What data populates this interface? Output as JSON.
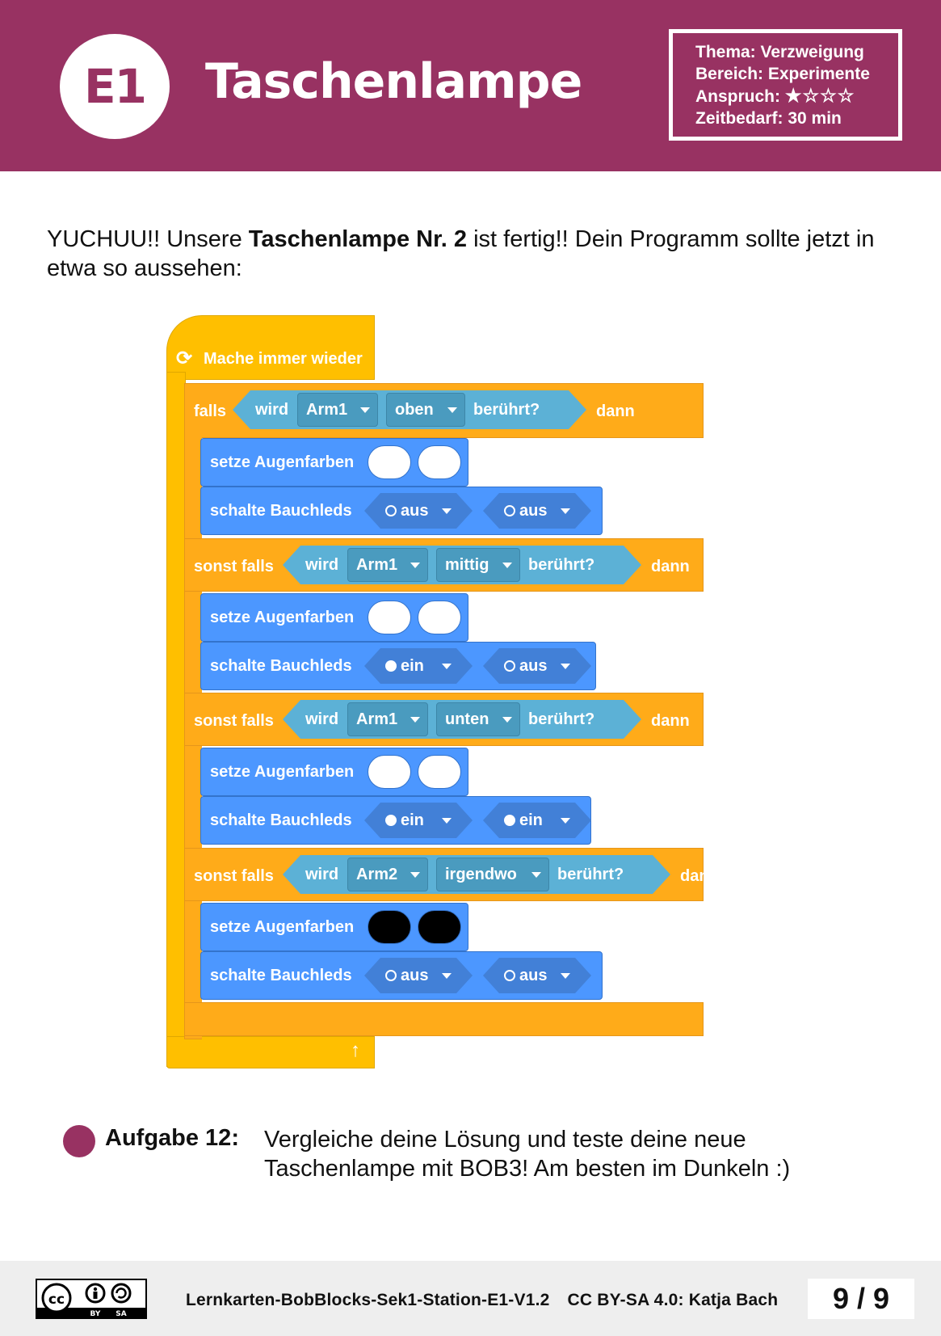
{
  "header": {
    "badge": "E1",
    "title": "Taschenlampe",
    "info": {
      "thema": "Thema: Verzweigung",
      "bereich": "Bereich: Experimente",
      "anspruch_label": "Anspruch:",
      "anspruch_stars": "★☆☆☆",
      "anspruch_level": 1,
      "anspruch_max": 4,
      "zeit": "Zeitbedarf: 30 min"
    }
  },
  "intro": {
    "pre": "YUCHUU!! Unsere ",
    "bold": "Taschenlampe Nr. 2",
    "post": " ist fertig!! Dein Programm sollte jetzt in etwa so aussehen:"
  },
  "program": {
    "forever_label": "Mache immer wieder",
    "wird": "wird",
    "beruehrt": "berührt?",
    "dann": "dann",
    "setze": "setze Augenfarben",
    "schalte": "schalte Bauchleds",
    "branches": [
      {
        "keyword": "falls",
        "arm": "Arm1",
        "pos": "oben",
        "eyes": [
          "white",
          "white"
        ],
        "leds": [
          {
            "state": "off",
            "label": "aus"
          },
          {
            "state": "off",
            "label": "aus"
          }
        ]
      },
      {
        "keyword": "sonst falls",
        "arm": "Arm1",
        "pos": "mittig",
        "eyes": [
          "white",
          "white"
        ],
        "leds": [
          {
            "state": "on",
            "label": "ein"
          },
          {
            "state": "off",
            "label": "aus"
          }
        ]
      },
      {
        "keyword": "sonst falls",
        "arm": "Arm1",
        "pos": "unten",
        "eyes": [
          "white",
          "white"
        ],
        "leds": [
          {
            "state": "on",
            "label": "ein"
          },
          {
            "state": "on",
            "label": "ein"
          }
        ]
      },
      {
        "keyword": "sonst falls",
        "arm": "Arm2",
        "pos": "irgendwo",
        "eyes": [
          "black",
          "black"
        ],
        "leds": [
          {
            "state": "off",
            "label": "aus"
          },
          {
            "state": "off",
            "label": "aus"
          }
        ]
      }
    ],
    "colors": {
      "control": "#ffab19",
      "forever": "#ffbf00",
      "looks": "#4c97ff",
      "sensing": "#5cb1d6"
    }
  },
  "task": {
    "label": "Aufgabe 12:",
    "text": "Vergleiche deine Lösung und teste deine neue Taschenlampe mit BOB3! Am besten im Dunkeln :)"
  },
  "footer": {
    "doc_id": "Lernkarten-BobBlocks-Sek1-Station-E1-V1.2",
    "license": "CC BY-SA 4.0: Katja Bach",
    "page": "9 / 9",
    "cc_icon": "cc-by-sa-icon"
  },
  "colors": {
    "primary": "#983262"
  }
}
